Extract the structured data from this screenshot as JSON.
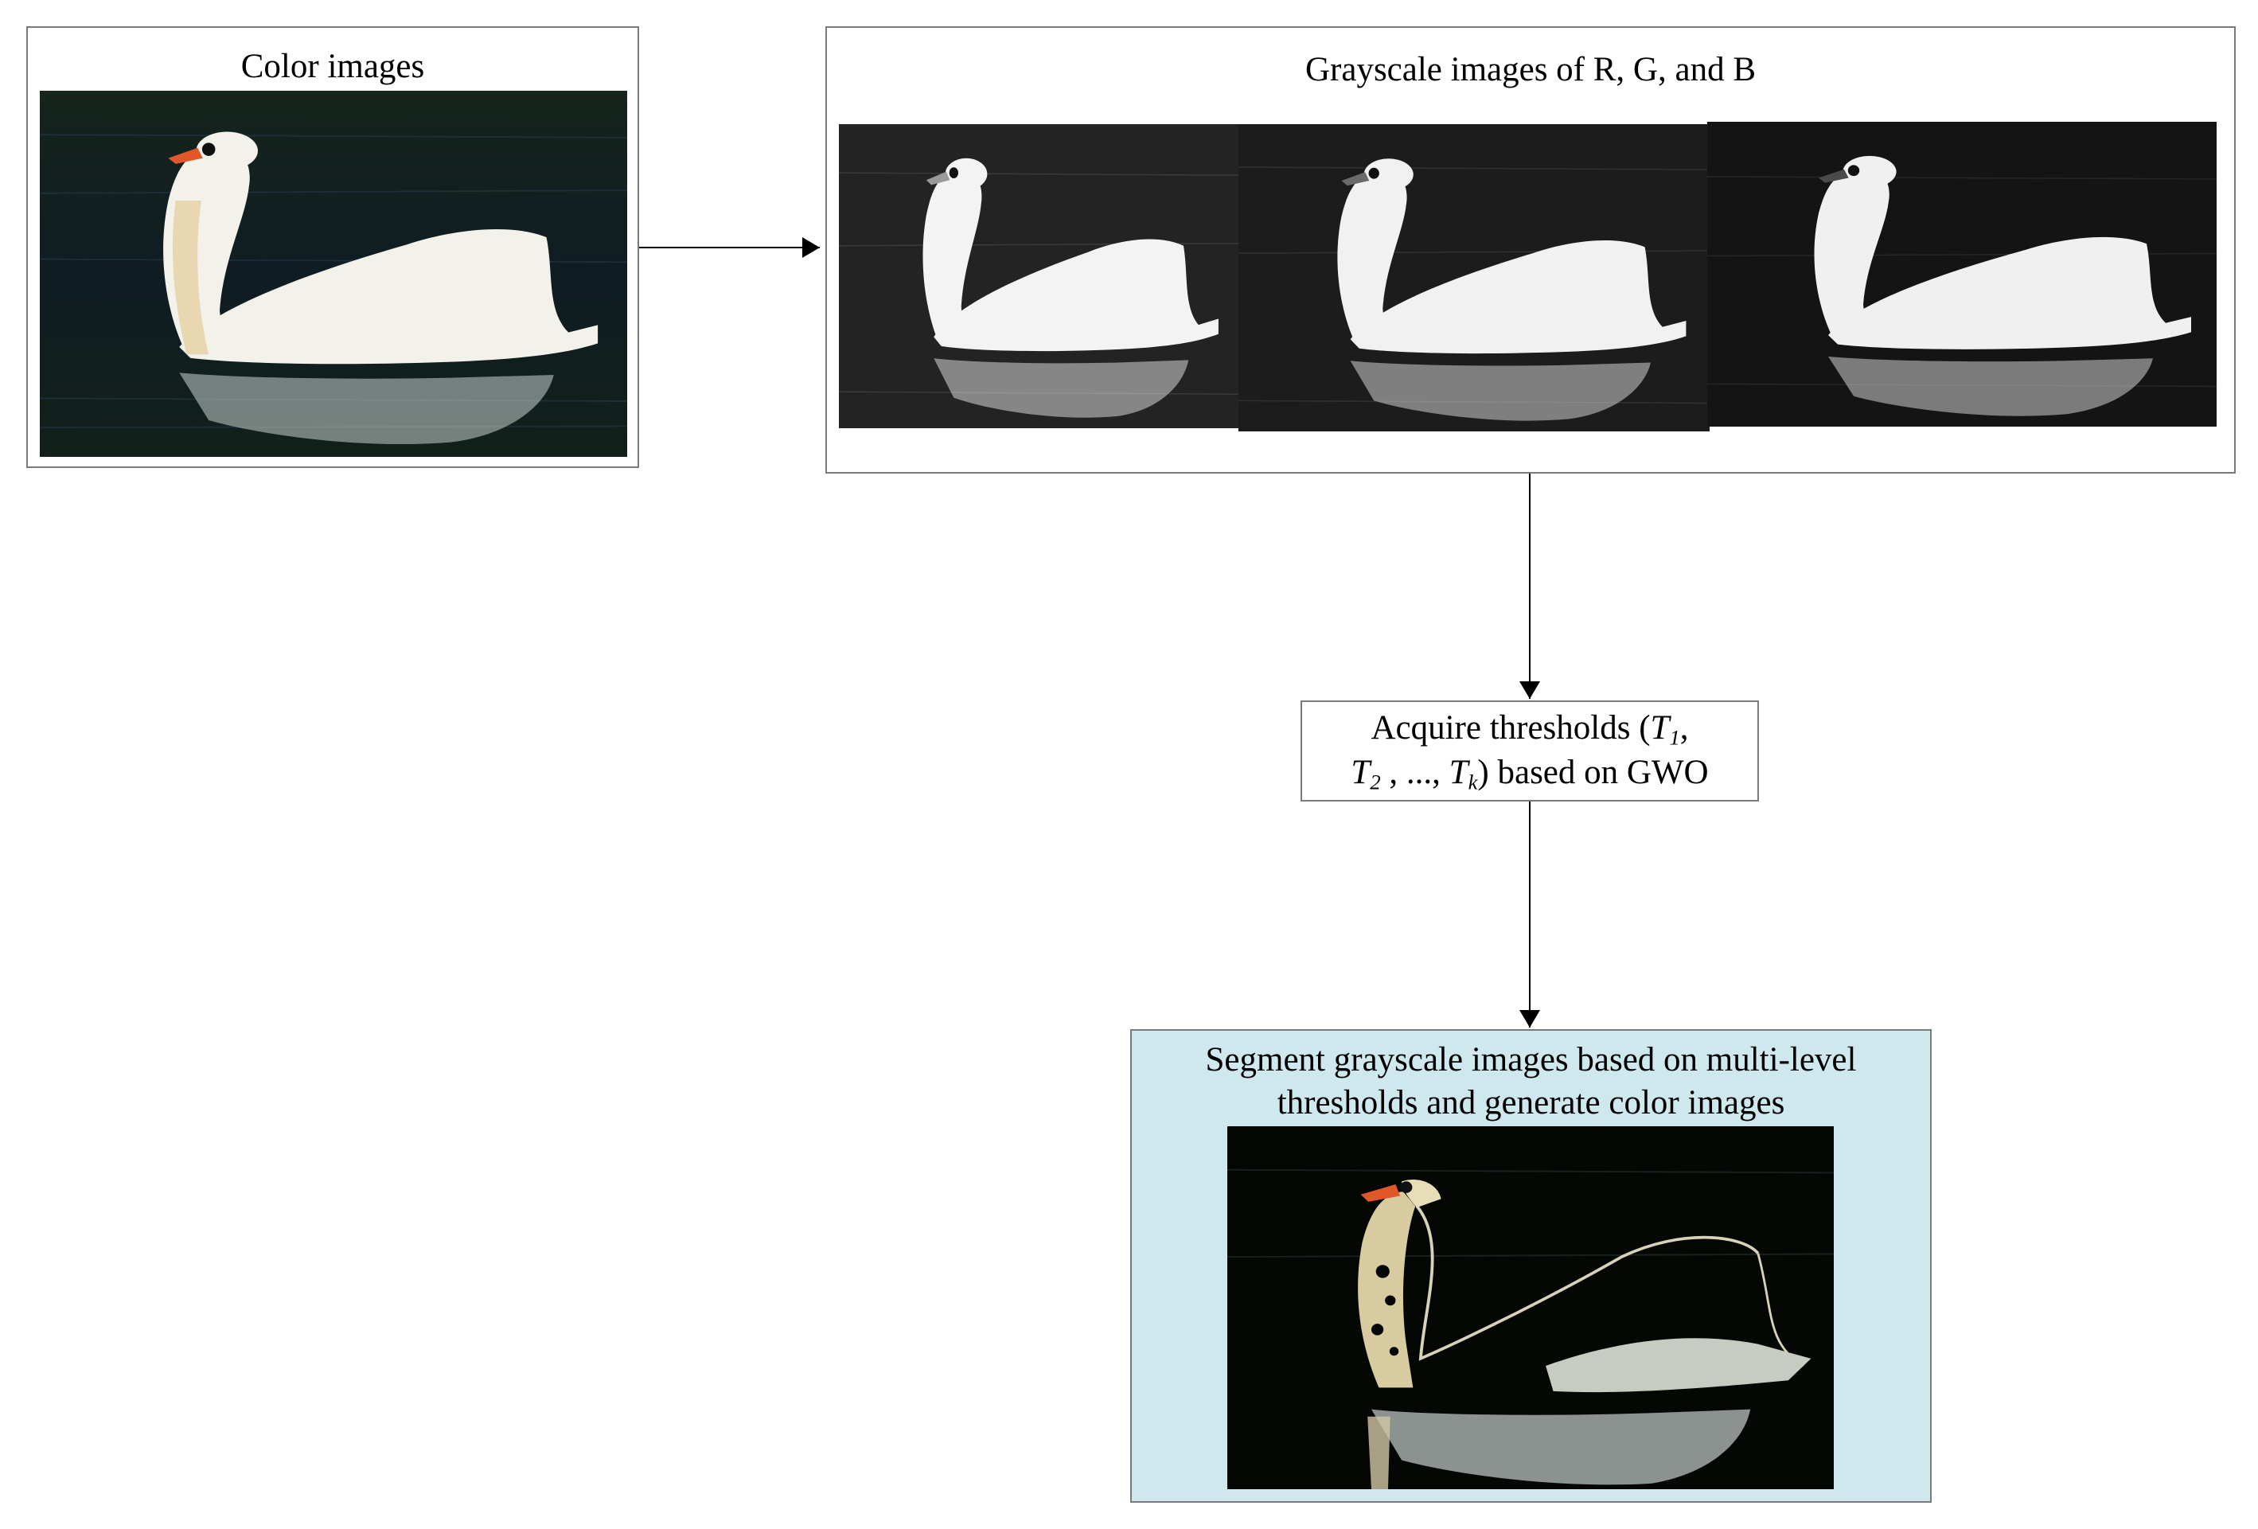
{
  "nodes": {
    "color_images": {
      "title": "Color images"
    },
    "grayscale": {
      "title": "Grayscale images of R, G, and B"
    },
    "acquire": {
      "line1_prefix": "Acquire thresholds (",
      "t1": "T",
      "t1_sub": "1",
      "line1_suffix": ",",
      "t2": "T",
      "t2_sub": "2",
      "middle": " , ..., ",
      "tk": "T",
      "tk_sub": "k",
      "line2_suffix": ") based on GWO"
    },
    "segment": {
      "title_line1": "Segment grayscale images based on multi-level",
      "title_line2": "thresholds and generate color images"
    }
  },
  "colors": {
    "segment_box_fill": "#cfe8ee",
    "border": "#7a7a7a",
    "water": "#0d1a14",
    "swan": "#f4f4f0",
    "beak": "#e2572a"
  },
  "images": {
    "color": "color-swan-photo",
    "gray_r": "grayscale-r-channel",
    "gray_g": "grayscale-g-channel",
    "gray_b": "grayscale-b-channel",
    "segmented": "segmented-color-swan"
  }
}
